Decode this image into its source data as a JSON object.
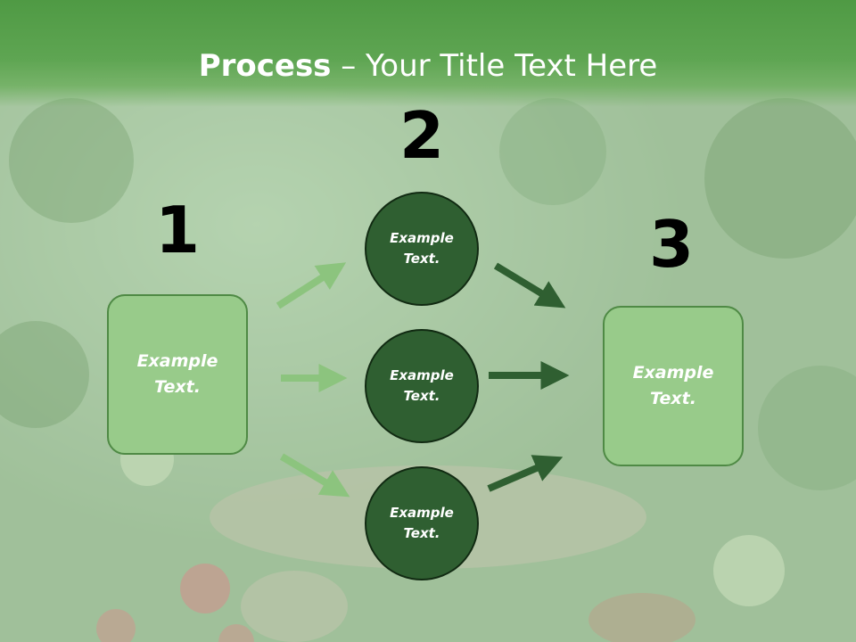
{
  "slide": {
    "title_bold": "Process",
    "title_rest": " – Your Title Text Here",
    "numbers": [
      "1",
      "2",
      "3"
    ],
    "left_box": "Example Text.",
    "right_box": "Example Text.",
    "circles": [
      "Example Text.",
      "Example Text.",
      "Example Text."
    ]
  },
  "colors": {
    "title_bar": "#5ea552",
    "box_fill": "#98cb8a",
    "circle_fill": "#2f5f31",
    "arrow_light": "#8cc47e",
    "arrow_dark": "#2f5f31"
  }
}
